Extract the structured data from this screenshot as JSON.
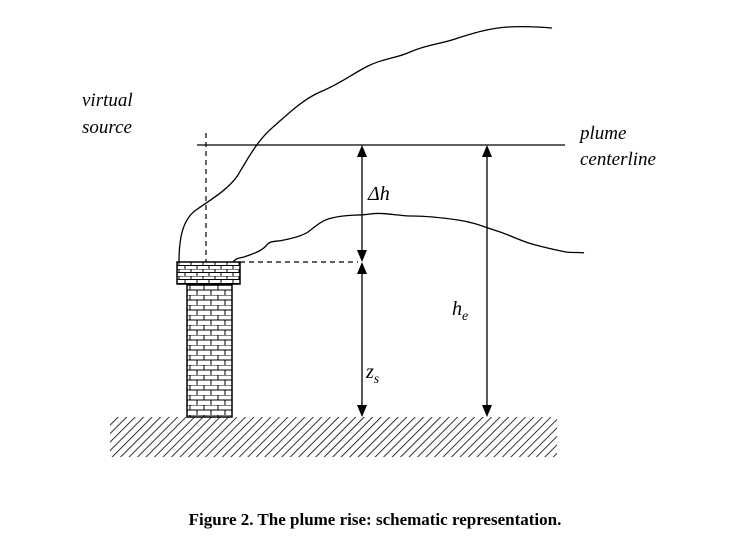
{
  "labels": {
    "virtual_source_line1": "virtual",
    "virtual_source_line2": "source",
    "plume_centerline_line1": "plume",
    "plume_centerline_line2": "centerline",
    "delta_h": "Δh",
    "he_main": "h",
    "he_sub": "e",
    "zs_main": "z",
    "zs_sub": "s"
  },
  "caption": "Figure 2.  The plume rise: schematic representation."
}
